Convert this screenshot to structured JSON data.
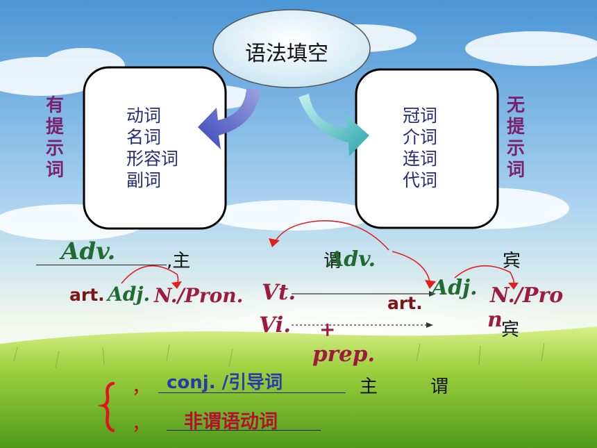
{
  "center_title": "语法填空",
  "left_side_label": [
    "有",
    "提",
    "示",
    "词"
  ],
  "right_side_label": [
    "无",
    "提",
    "示",
    "词"
  ],
  "left_box_items": [
    "动词",
    "名词",
    "形容词",
    "副词"
  ],
  "right_box_items": [
    "冠词",
    "介词",
    "连词",
    "代词"
  ],
  "row1": {
    "blank_adv": "Adv.",
    "subject": ",主",
    "predicate": "谓",
    "adv_mid": "Adv.",
    "object": "宾"
  },
  "row2": {
    "art_left": "art.",
    "adj_left": "Adj.",
    "n_pron_left": "N./Pron.",
    "vt": "Vt.",
    "vi": "Vi.",
    "plus": "+",
    "prep": "prep.",
    "art_right": "art.",
    "adj_right": "Adj.",
    "n_pro_right_1": "N./Pro",
    "n_pro_right_2": "n",
    "object2": "宾"
  },
  "bottom": {
    "comma1": "，",
    "conj": "conj. /引导词",
    "subject": "主",
    "predicate": "谓",
    "comma2": "，",
    "nonfinite": "非谓语动词"
  }
}
